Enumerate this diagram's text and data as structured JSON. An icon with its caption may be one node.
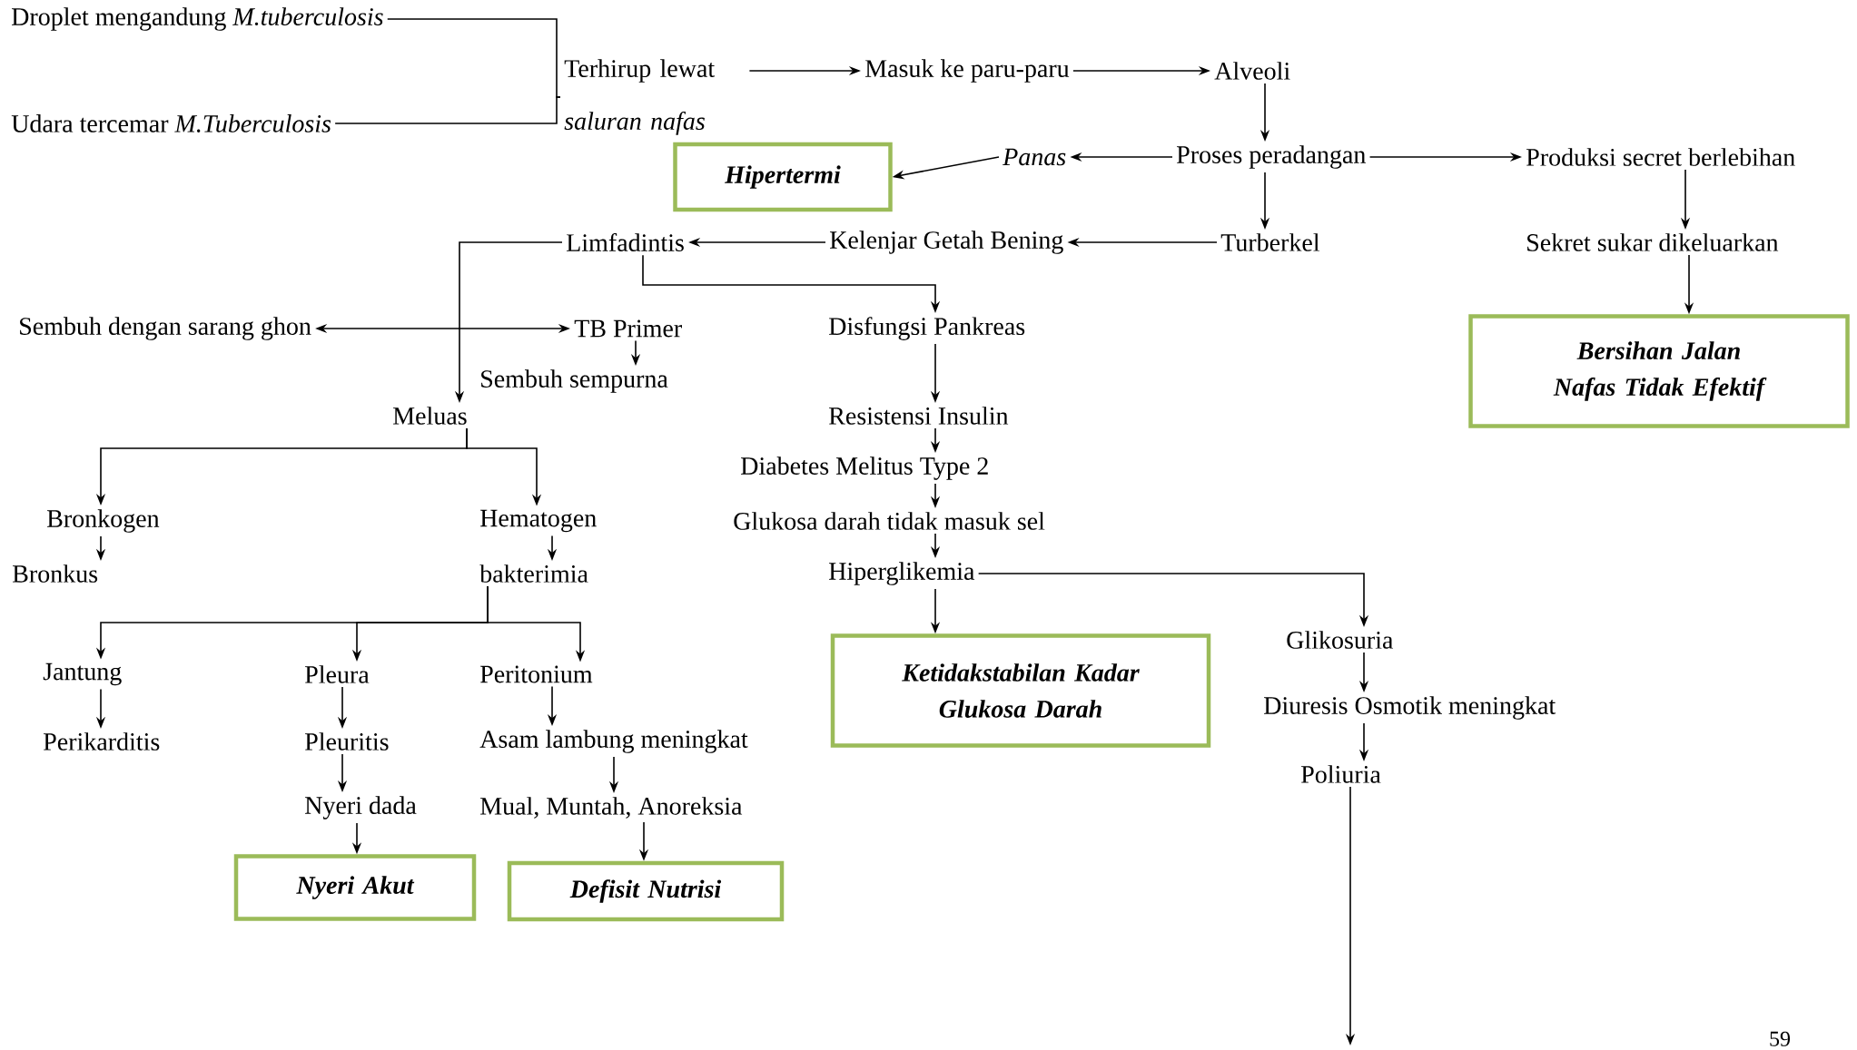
{
  "diagram": {
    "nodes": [
      {
        "text": [
          "Droplet mengandung *M.tuberculosis*"
        ]
      },
      {
        "text": [
          "Udara tercemar *M.Tuberculosis*"
        ]
      },
      {
        "text": [
          "Terhirup lewat *saluran nafas*"
        ]
      },
      {
        "text": [
          "Masuk ke paru-paru"
        ]
      },
      {
        "text": [
          "Alveoli"
        ]
      },
      {
        "text": [
          "Hipertermi"
        ]
      },
      {
        "text": [
          "Panas"
        ]
      },
      {
        "text": [
          "Proses peradangan"
        ]
      },
      {
        "text": [
          "Produksi secret berlebihan"
        ]
      },
      {
        "text": [
          "Limfadintis"
        ]
      },
      {
        "text": [
          "Kelenjar Getah Bening"
        ]
      },
      {
        "text": [
          "Turberkel"
        ]
      },
      {
        "text": [
          "Sekret sukar dikeluarkan"
        ]
      },
      {
        "text": [
          "Bersihan Jalan Nafas Tidak Efektif"
        ]
      },
      {
        "text": [
          "Sembuh dengan sarang ghon"
        ]
      },
      {
        "text": [
          "TB Primer"
        ]
      },
      {
        "text": [
          "Disfungsi Pankreas"
        ]
      },
      {
        "text": [
          "Sembuh sempurna"
        ]
      },
      {
        "text": [
          "Meluas"
        ]
      },
      {
        "text": [
          "Resistensi Insulin"
        ]
      },
      {
        "text": [
          "Diabetes Melitus Type 2"
        ]
      },
      {
        "text": [
          "Glukosa darah tidak masuk sel"
        ]
      },
      {
        "text": [
          "Bronkogen"
        ]
      },
      {
        "text": [
          "Hematogen"
        ]
      },
      {
        "text": [
          "Bronkus"
        ]
      },
      {
        "text": [
          "bakterimia"
        ]
      },
      {
        "text": [
          "Hiperglikemia"
        ]
      },
      {
        "text": [
          "Jantung"
        ]
      },
      {
        "text": [
          "Pleura"
        ]
      },
      {
        "text": [
          "Peritonium"
        ]
      },
      {
        "text": [
          "Ketidakstabilan Kadar Glukosa Darah"
        ]
      },
      {
        "text": [
          "Glikosuria"
        ]
      },
      {
        "text": [
          "Perikarditis"
        ]
      },
      {
        "text": [
          "Pleuritis"
        ]
      },
      {
        "text": [
          "Asam lambung meningkat"
        ]
      },
      {
        "text": [
          "Diuresis Osmotik meningkat"
        ]
      },
      {
        "text": [
          "Nyeri dada"
        ]
      },
      {
        "text": [
          "Mual, Muntah, Anoreksia"
        ]
      },
      {
        "text": [
          "Poliuria"
        ]
      },
      {
        "text": [
          "Nyeri Akut"
        ]
      },
      {
        "text": [
          "Defisit Nutrisi"
        ]
      }
    ],
    "edges": [
      {
        "from": 0,
        "to": 2,
        "arrow": "none"
      },
      {
        "from": 1,
        "to": 2,
        "arrow": "none"
      },
      {
        "from": 2,
        "to": 3,
        "arrow": "to"
      },
      {
        "from": 3,
        "to": 4,
        "arrow": "to"
      },
      {
        "from": 4,
        "to": 7,
        "arrow": "to"
      },
      {
        "from": 7,
        "to": 6,
        "arrow": "to"
      },
      {
        "from": 6,
        "to": 5,
        "arrow": "to"
      },
      {
        "from": 7,
        "to": 8,
        "arrow": "to"
      },
      {
        "from": 7,
        "to": 11,
        "arrow": "to"
      },
      {
        "from": 11,
        "to": 10,
        "arrow": "to"
      },
      {
        "from": 10,
        "to": 9,
        "arrow": "to"
      },
      {
        "from": 8,
        "to": 12,
        "arrow": "to"
      },
      {
        "from": 12,
        "to": 13,
        "arrow": "to"
      },
      {
        "from": 9,
        "to": 18,
        "arrow": "to"
      },
      {
        "from": 9,
        "to": 16,
        "arrow": "to"
      },
      {
        "from": 14,
        "to": 15,
        "arrow": "both"
      },
      {
        "from": 15,
        "to": 17,
        "arrow": "to"
      },
      {
        "from": 16,
        "to": 19,
        "arrow": "to"
      },
      {
        "from": 19,
        "to": 20,
        "arrow": "to"
      },
      {
        "from": 20,
        "to": 21,
        "arrow": "to"
      },
      {
        "from": 21,
        "to": 26,
        "arrow": "to"
      },
      {
        "from": 26,
        "to": 30,
        "arrow": "to"
      },
      {
        "from": 26,
        "to": 31,
        "arrow": "to"
      },
      {
        "from": 18,
        "to": 22,
        "arrow": "to"
      },
      {
        "from": 18,
        "to": 23,
        "arrow": "to"
      },
      {
        "from": 22,
        "to": 24,
        "arrow": "to"
      },
      {
        "from": 23,
        "to": 25,
        "arrow": "to"
      },
      {
        "from": 25,
        "to": 27,
        "arrow": "to"
      },
      {
        "from": 25,
        "to": 28,
        "arrow": "to"
      },
      {
        "from": 25,
        "to": 29,
        "arrow": "to"
      },
      {
        "from": 27,
        "to": 32,
        "arrow": "to"
      },
      {
        "from": 28,
        "to": 33,
        "arrow": "to"
      },
      {
        "from": 33,
        "to": 36,
        "arrow": "to"
      },
      {
        "from": 36,
        "to": 39,
        "arrow": "to"
      },
      {
        "from": 29,
        "to": 34,
        "arrow": "to"
      },
      {
        "from": 34,
        "to": 37,
        "arrow": "to"
      },
      {
        "from": 37,
        "to": 40,
        "arrow": "to"
      },
      {
        "from": 31,
        "to": 35,
        "arrow": "to"
      },
      {
        "from": 35,
        "to": 38,
        "arrow": "to"
      },
      {
        "from": 38,
        "to": null,
        "arrow": "to"
      }
    ],
    "labels": [
      "59"
    ]
  }
}
